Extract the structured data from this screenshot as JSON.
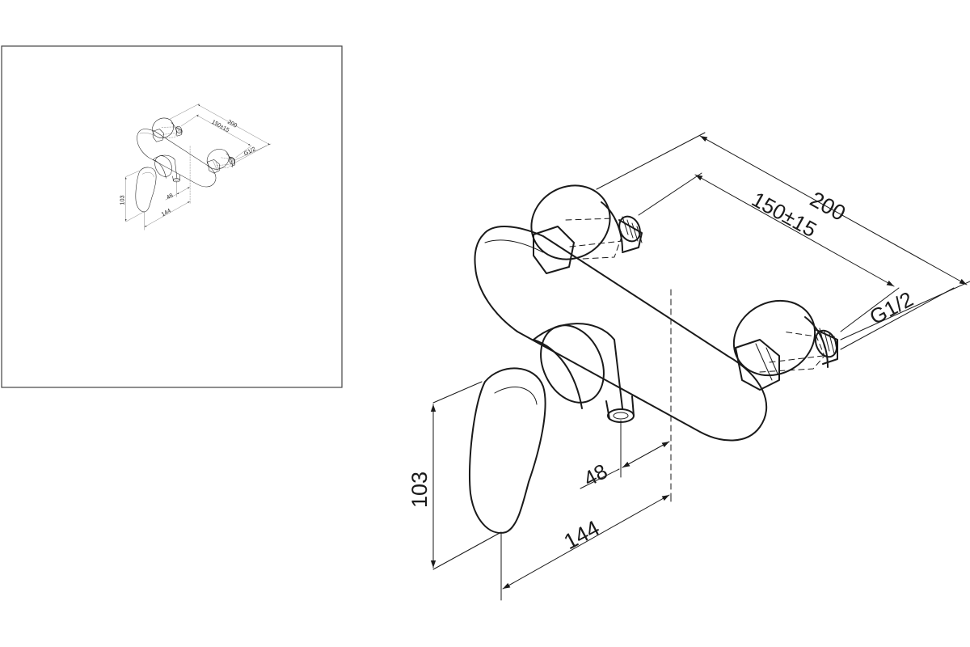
{
  "dimensions": {
    "overall_length": "200",
    "spacing": "150±15",
    "thread": "G1/2",
    "height": "103",
    "depth": "144",
    "outlet_offset": "48"
  },
  "colors": {
    "line": "#1a1a1a",
    "background": "#ffffff",
    "frame": "#444444"
  }
}
